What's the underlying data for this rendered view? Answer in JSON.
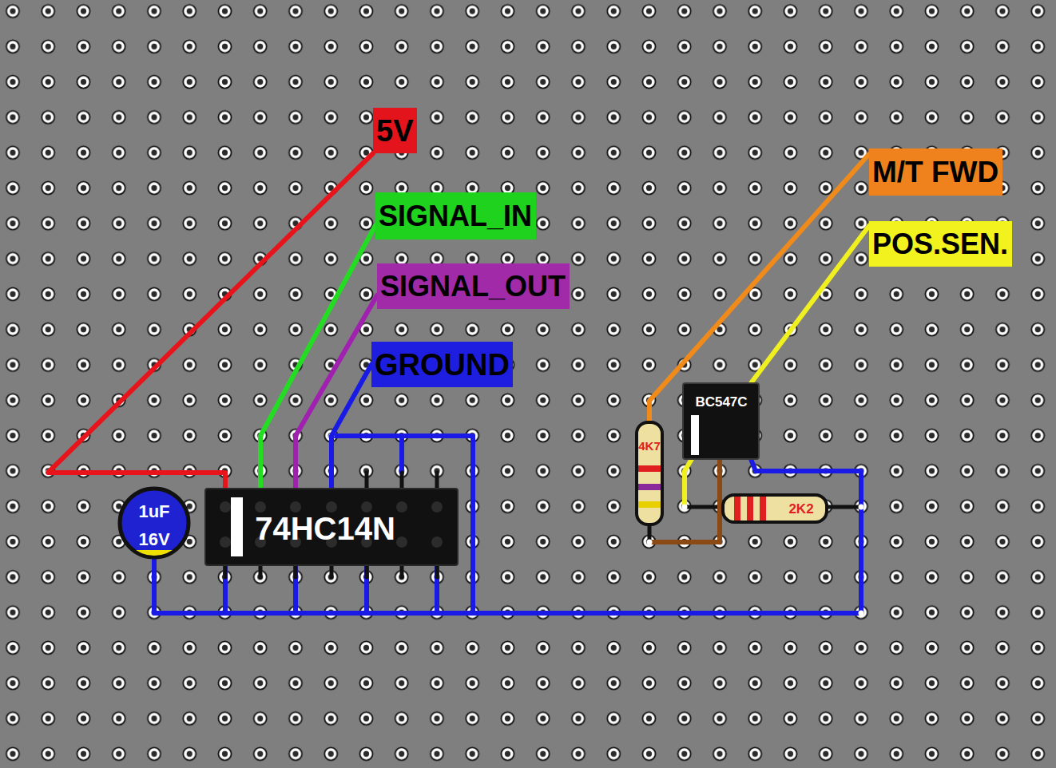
{
  "diagram": {
    "nodes": [
      {
        "text": [
          "5V"
        ]
      },
      {
        "text": [
          "M/T FWD"
        ]
      },
      {
        "text": [
          "SIGNAL_IN"
        ]
      },
      {
        "text": [
          "POS.SEN."
        ]
      },
      {
        "text": [
          "SIGNAL_OUT"
        ]
      },
      {
        "text": [
          "GROUND"
        ]
      },
      {
        "text": [
          "BC547C"
        ]
      },
      {
        "text": [
          "4K7"
        ]
      },
      {
        "text": [
          "1uF",
          "16V"
        ]
      },
      {
        "text": [
          "74HC14N"
        ]
      },
      {
        "text": [
          "2K2"
        ]
      }
    ],
    "edges": [
      {
        "from": 0,
        "to": 9,
        "arrow": "none"
      },
      {
        "from": 2,
        "to": 9,
        "arrow": "none"
      },
      {
        "from": 4,
        "to": 9,
        "arrow": "none"
      },
      {
        "from": 5,
        "to": 9,
        "arrow": "none"
      },
      {
        "from": 1,
        "to": 7,
        "arrow": "none"
      },
      {
        "from": 3,
        "to": 6,
        "arrow": "none"
      }
    ]
  }
}
